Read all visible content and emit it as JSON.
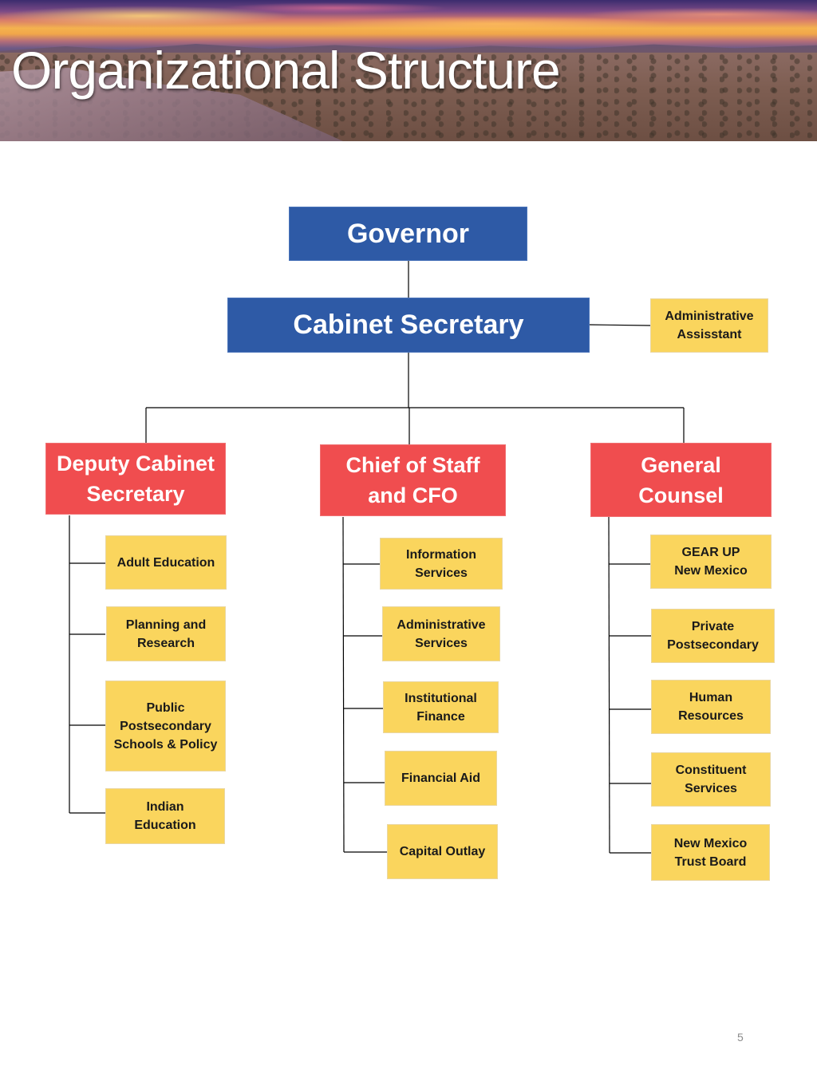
{
  "title": "Organizational Structure",
  "governor": {
    "label": "Governor"
  },
  "cabinet_secretary": {
    "label": "Cabinet Secretary"
  },
  "administrative_assistant": {
    "label": "Administrative Assisstant"
  },
  "deputy_cabinet_secretary": {
    "label": "Deputy Cabinet Secretary",
    "units": [
      "Adult Education",
      "Planning and Research",
      "Public Postsecondary Schools & Policy",
      "Indian Education"
    ]
  },
  "chief_of_staff_cfo": {
    "label": "Chief of Staff and CFO",
    "units": [
      "Information Services",
      "Administrative Services",
      "Institutional Finance",
      "Financial Aid",
      "Capital Outlay"
    ]
  },
  "general_counsel": {
    "label": "General Counsel",
    "units": [
      "GEAR UP New Mexico",
      "Private Postsecondary",
      "Human Resources",
      "Constituent Services",
      "New Mexico Trust Board"
    ]
  },
  "page_number": "5",
  "colors": {
    "executive": "#2e5aa6",
    "division": "#f04d4f",
    "unit": "#fad55d",
    "connector": "#000000"
  }
}
